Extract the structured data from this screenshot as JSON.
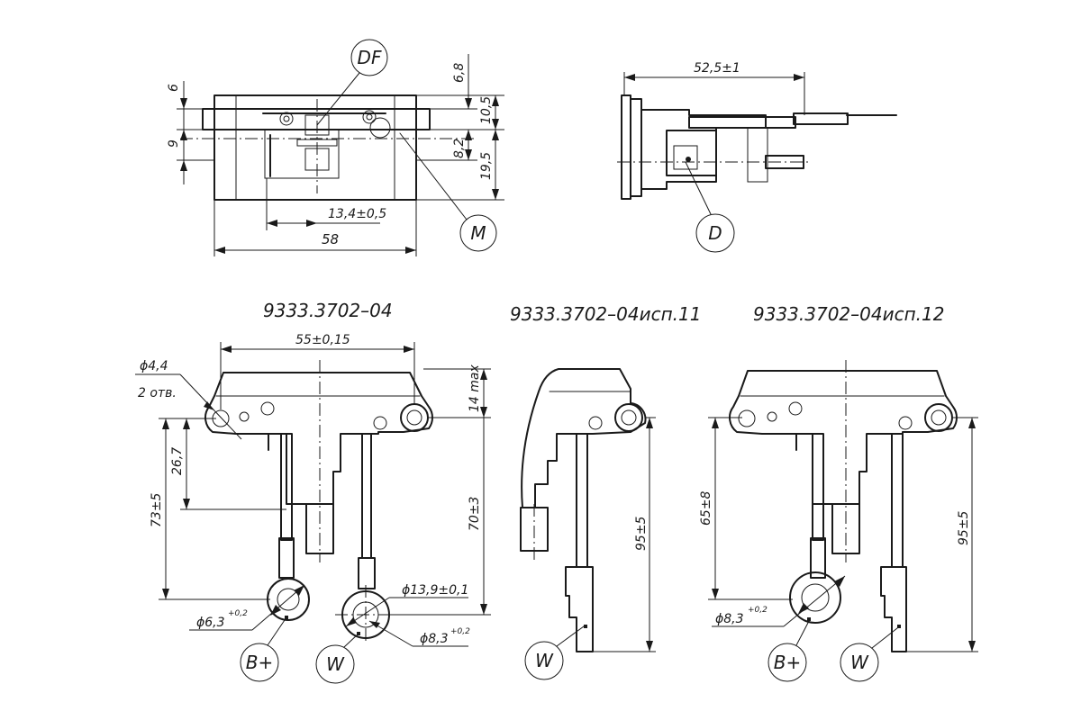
{
  "views": {
    "top": {
      "dim_58": "58",
      "dim_13_4": "13,4±0,5",
      "dim_6": "6",
      "dim_9": "9",
      "dim_6_8": "6,8",
      "dim_10_5": "10,5",
      "dim_8_2": "8,2",
      "dim_19_5": "19,5",
      "callout_df": "DF",
      "callout_m": "M"
    },
    "side": {
      "dim_52_5": "52,5±1",
      "callout_d": "D"
    },
    "v04": {
      "title": "9333.3702–04",
      "dim_55": "55±0,15",
      "dim_hole": "ϕ4,4",
      "note_holes": "2 отв.",
      "dim_14max": "14 max",
      "dim_26_7": "26,7",
      "dim_73": "73±5",
      "dim_70": "70±3",
      "dim_phi13_9": "ϕ13,9±0,1",
      "dim_phi6_3": "ϕ6,3",
      "dim_phi6_3_tol": "+0,2",
      "dim_phi8_3": "ϕ8,3",
      "dim_phi8_3_tol": "+0,2",
      "callout_bplus": "B+",
      "callout_w": "W"
    },
    "v11": {
      "title": "9333.3702–04исп.11",
      "dim_95": "95±5",
      "callout_w": "W"
    },
    "v12": {
      "title": "9333.3702–04исп.12",
      "dim_65": "65±8",
      "dim_95": "95±5",
      "dim_phi8_3": "ϕ8,3",
      "dim_phi8_3_tol": "+0,2",
      "callout_bplus": "B+",
      "callout_w": "W"
    }
  }
}
